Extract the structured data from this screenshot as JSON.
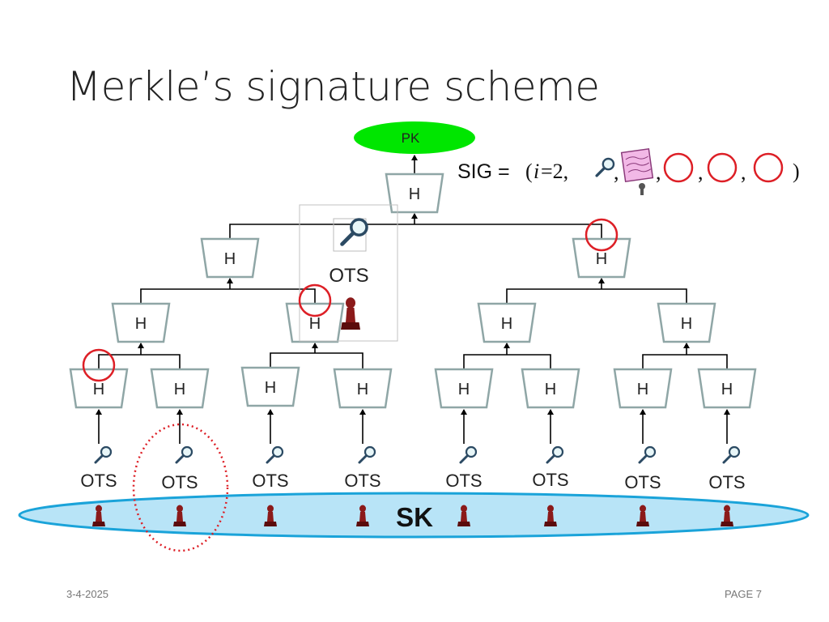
{
  "slide": {
    "title": "Merkle’s signature scheme",
    "date": "3-4-2025",
    "page": "PAGE 7"
  },
  "diagram": {
    "root_label": "PK",
    "hash_label": "H",
    "ots_label": "OTS",
    "sk_label": "SK",
    "signature": {
      "prefix": "SIG = ",
      "paren_open": "(",
      "index_var": "i",
      "index_eq": "=2,",
      "comma": ",",
      "paren_close": ")"
    },
    "legend_ots_label": "OTS",
    "icons": [
      "magnifier-icon",
      "scroll-icon",
      "chess-pawn-icon",
      "red-circle-marker"
    ],
    "colors": {
      "pk_fill": "#00e600",
      "hash_border": "#8fa6a6",
      "sk_fill": "#b8e4f7",
      "sk_border": "#1aa3d9",
      "marker": "#dd1f26",
      "pawn": "#8b1a1a"
    }
  }
}
